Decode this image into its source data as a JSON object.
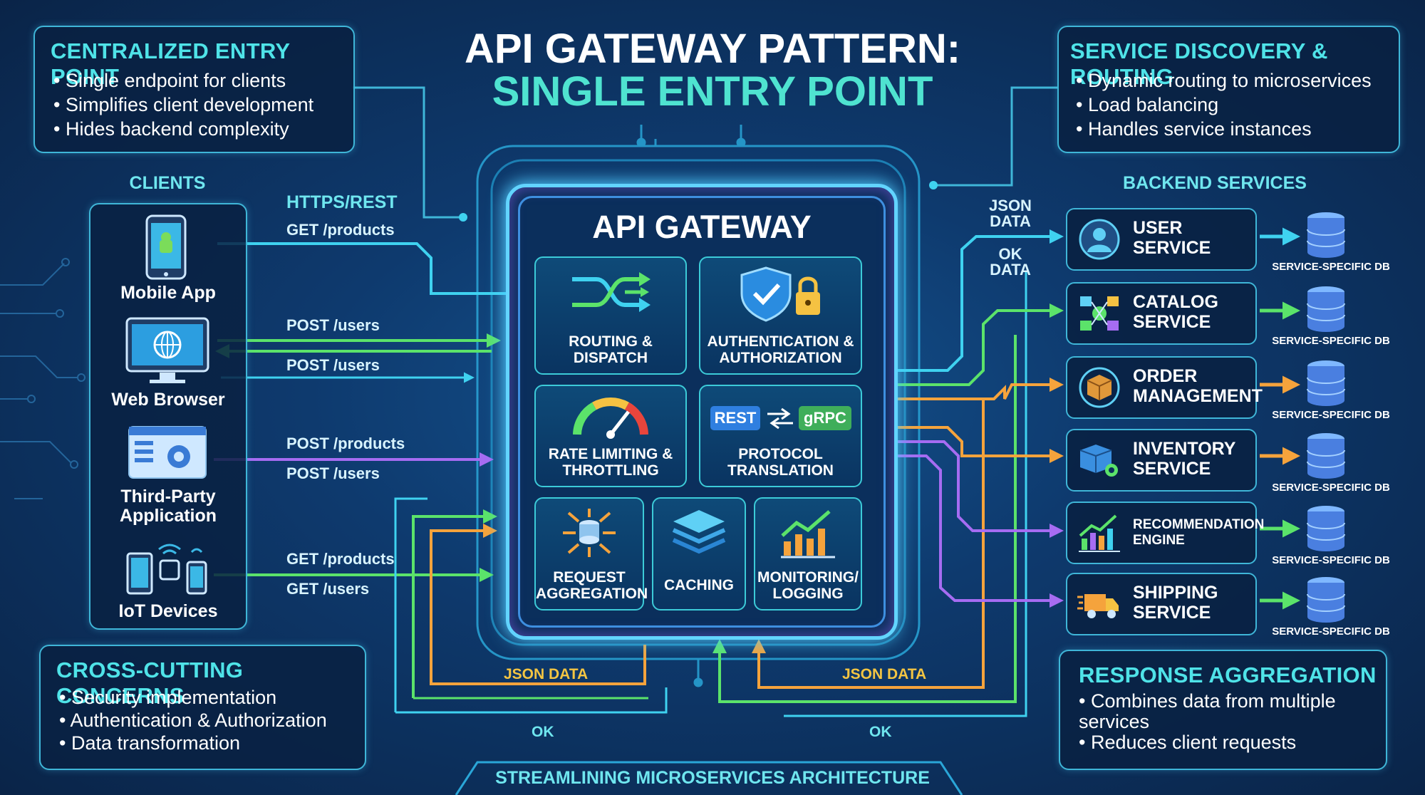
{
  "title": {
    "line1": "API GATEWAY PATTERN:",
    "line2": "SINGLE ENTRY POINT"
  },
  "centralized": {
    "title": "CENTRALIZED ENTRY POINT",
    "items": [
      "Single endpoint for clients",
      "Simplifies client development",
      "Hides backend complexity"
    ]
  },
  "discovery": {
    "title": "SERVICE DISCOVERY & ROUTING",
    "items": [
      "Dynamic routing to microservices",
      "Load balancing",
      "Handles service instances"
    ]
  },
  "cross": {
    "title": "CROSS-CUTTING CONCERNS",
    "items": [
      "Security implementation",
      "Authentication & Authorization",
      "Data transformation"
    ]
  },
  "aggregation": {
    "title": "RESPONSE AGGREGATION",
    "items": [
      "Combines data from multiple services",
      "Reduces client requests"
    ]
  },
  "clients": {
    "label": "CLIENTS",
    "items": [
      "Mobile App",
      "Web Browser",
      "Third-Party Application",
      "IoT Devices"
    ]
  },
  "protocols": {
    "https": "HTTPS/REST",
    "get_products": "GET /products",
    "post_users_1": "POST /users",
    "post_users_2": "POST /users",
    "post_products": "POST /products",
    "post_users_3": "POST /users",
    "get_products_2": "GET /products",
    "get_users": "GET /users"
  },
  "gateway": {
    "title": "API GATEWAY",
    "routing": "ROUTING & DISPATCH",
    "auth": "AUTHENTICATION & AUTHORIZATION",
    "rate": "RATE LIMITING & THROTTLING",
    "protocol": "PROTOCOL TRANSLATION",
    "rest": "REST",
    "grpc": "gRPC",
    "aggregation": "REQUEST AGGREGATION",
    "caching": "CACHING",
    "monitoring": "MONITORING/ LOGGING"
  },
  "backend": {
    "label": "BACKEND SERVICES",
    "json_data": "JSON DATA",
    "ok_data": "OK DATA",
    "db_label": "SERVICE-SPECIFIC DB",
    "services": [
      "USER SERVICE",
      "CATALOG SERVICE",
      "ORDER MANAGEMENT",
      "INVENTORY SERVICE",
      "RECOMMENDATION ENGINE",
      "SHIPPING SERVICE"
    ]
  },
  "bottom": {
    "json_left": "JSON DATA",
    "json_right": "JSON DATA",
    "ok_left": "OK",
    "ok_right": "OK",
    "footer": "STREAMLINING MICROSERVICES ARCHITECTURE"
  },
  "colors": {
    "cyan": "#3fd2f0",
    "green": "#5be36a",
    "purple": "#a66cf2",
    "orange": "#f5a33c",
    "title_accent": "#4fe3d0"
  }
}
